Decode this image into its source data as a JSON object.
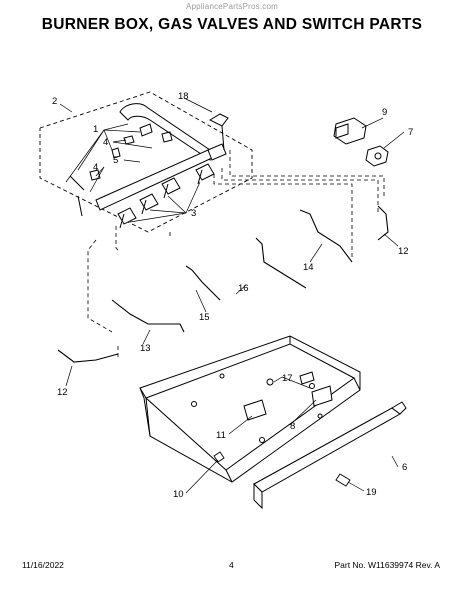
{
  "watermark": "AppliancePartsPros.com",
  "title": "BURNER BOX, GAS VALVES AND SWITCH PARTS",
  "callouts": {
    "c1": "1",
    "c2": "2",
    "c3": "3",
    "c4": "4",
    "c5": "5",
    "c6": "6",
    "c7": "7",
    "c8": "8",
    "c9": "9",
    "c10": "10",
    "c11": "11",
    "c12a": "12",
    "c12b": "12",
    "c13": "13",
    "c14": "14",
    "c15": "15",
    "c16": "16",
    "c17": "17",
    "c18": "18",
    "c19": "19"
  },
  "footer": {
    "date": "11/16/2022",
    "page": "4",
    "part_number": "Part No. W11639974  Rev. A"
  }
}
